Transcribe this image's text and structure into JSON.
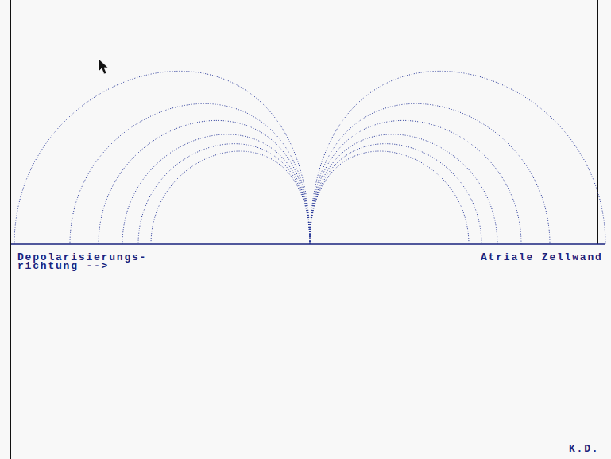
{
  "diagram": {
    "labels": [
      "Depolarisierungs- richtung -->",
      "Atriale Zellwand",
      "K.D."
    ]
  }
}
